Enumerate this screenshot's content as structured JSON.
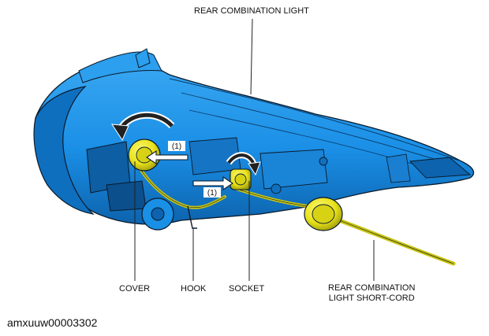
{
  "labels": {
    "rear_combination_light": "REAR COMBINATION LIGHT",
    "cover": "COVER",
    "hook": "HOOK",
    "socket": "SOCKET",
    "short_cord_line1": "REAR COMBINATION",
    "short_cord_line2": "LIGHT SHORT-CORD",
    "step_marker_1": "(1)",
    "step_marker_2": "(1)"
  },
  "figure_id": "amxuuw00003302",
  "colors": {
    "housing_blue": "#1a8fe6",
    "housing_dark": "#0a4e8c",
    "outline": "#0a1a2a",
    "component_yellow": "#e8e21a",
    "cord_yellow": "#c9c413",
    "arrow": "#222222"
  }
}
